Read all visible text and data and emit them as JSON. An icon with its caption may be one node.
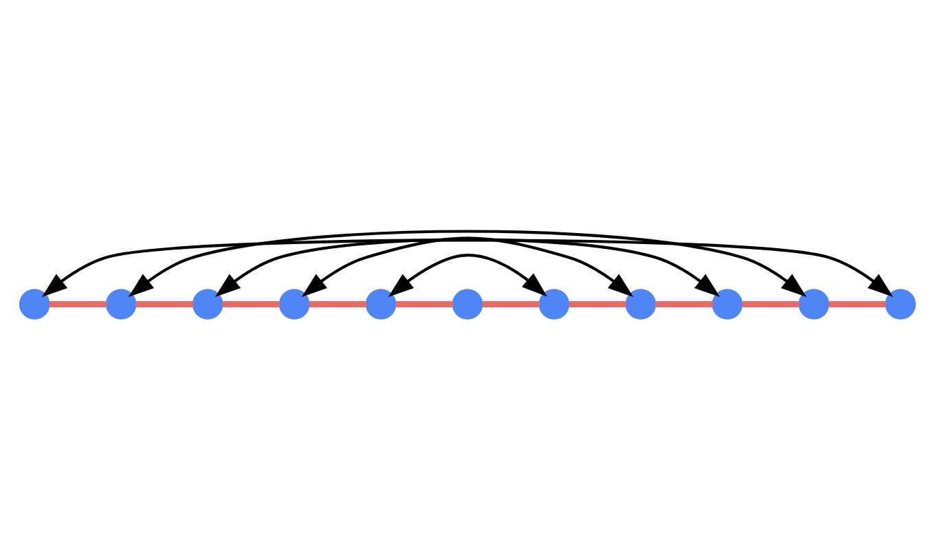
{
  "diagram": {
    "nodes": [
      {
        "text": [],
        "shape": "circle"
      },
      {
        "text": [],
        "shape": "circle"
      },
      {
        "text": [],
        "shape": "circle"
      },
      {
        "text": [],
        "shape": "circle"
      },
      {
        "text": [],
        "shape": "circle"
      },
      {
        "text": [],
        "shape": "circle"
      },
      {
        "text": [],
        "shape": "circle"
      },
      {
        "text": [],
        "shape": "circle"
      },
      {
        "text": [],
        "shape": "circle"
      },
      {
        "text": [],
        "shape": "circle"
      },
      {
        "text": [],
        "shape": "circle"
      }
    ],
    "edges": [
      {
        "from": 0,
        "to": 1,
        "arrow": "none"
      },
      {
        "from": 1,
        "to": 2,
        "arrow": "none"
      },
      {
        "from": 2,
        "to": 3,
        "arrow": "none"
      },
      {
        "from": 3,
        "to": 4,
        "arrow": "none"
      },
      {
        "from": 4,
        "to": 5,
        "arrow": "none"
      },
      {
        "from": 5,
        "to": 6,
        "arrow": "none"
      },
      {
        "from": 6,
        "to": 7,
        "arrow": "none"
      },
      {
        "from": 7,
        "to": 8,
        "arrow": "none"
      },
      {
        "from": 8,
        "to": 9,
        "arrow": "none"
      },
      {
        "from": 9,
        "to": 10,
        "arrow": "none"
      },
      {
        "from": 0,
        "to": 10,
        "arrow": "both",
        "color": "#000000"
      },
      {
        "from": 1,
        "to": 9,
        "arrow": "both",
        "color": "#000000"
      },
      {
        "from": 2,
        "to": 8,
        "arrow": "both",
        "color": "#000000"
      },
      {
        "from": 3,
        "to": 7,
        "arrow": "both",
        "color": "#000000"
      },
      {
        "from": 4,
        "to": 6,
        "arrow": "both",
        "color": "#000000"
      }
    ]
  }
}
